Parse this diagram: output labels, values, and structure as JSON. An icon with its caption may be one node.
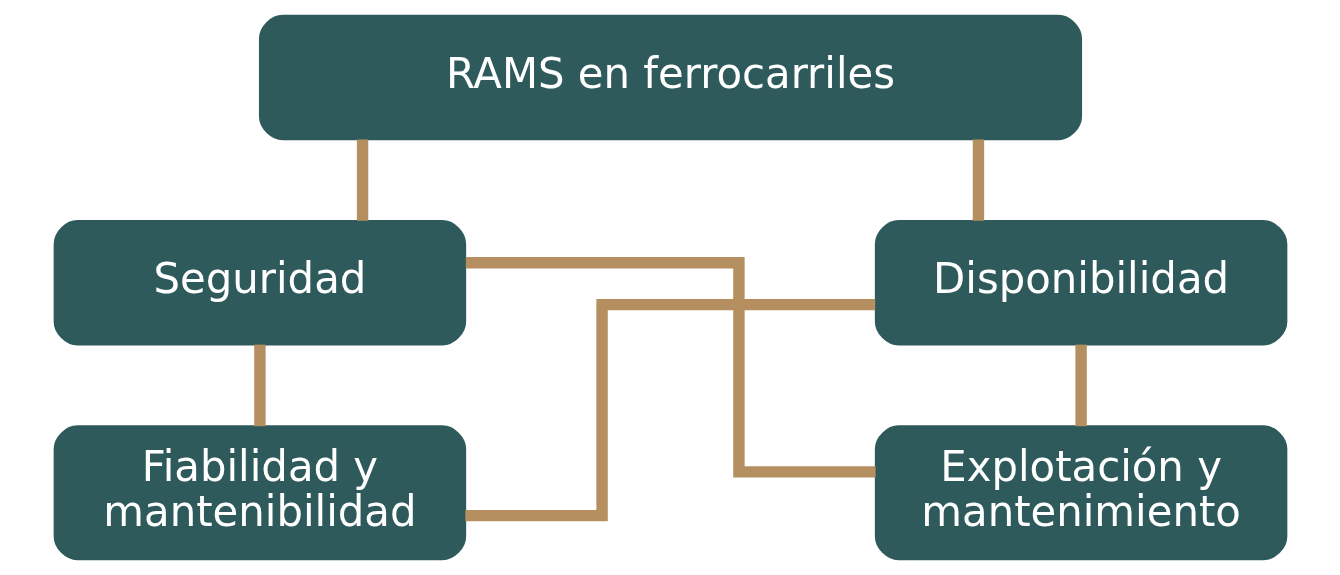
{
  "diagram": {
    "nodes": [
      {
        "text": [
          "RAMS en ferrocarriles"
        ]
      },
      {
        "text": [
          "Seguridad"
        ]
      },
      {
        "text": [
          "Disponibilidad"
        ]
      },
      {
        "text": [
          "Fiabilidad y mantenibilidad"
        ]
      },
      {
        "text": [
          "Explotación y mantenimiento"
        ]
      }
    ],
    "edges": [
      {
        "from": 0,
        "to": 1,
        "arrow": "none"
      },
      {
        "from": 0,
        "to": 2,
        "arrow": "none"
      },
      {
        "from": 1,
        "to": 3,
        "arrow": "none"
      },
      {
        "from": 1,
        "to": 4,
        "arrow": "none"
      },
      {
        "from": 2,
        "to": 3,
        "arrow": "none"
      },
      {
        "from": 2,
        "to": 4,
        "arrow": "none"
      }
    ]
  }
}
